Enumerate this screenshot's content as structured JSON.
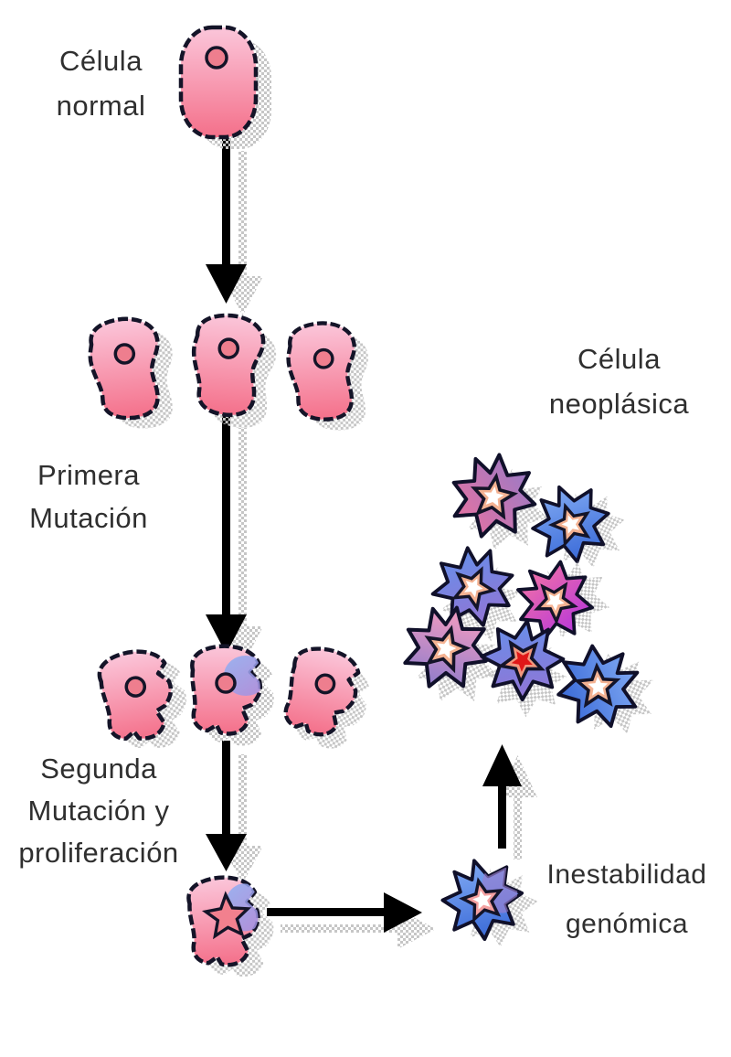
{
  "diagram": {
    "labels": {
      "normal_cell": "Célula\nnormal",
      "first_mutation": "Primera\nMutación",
      "second_mutation": "Segunda\nMutación y\nproliferación",
      "neoplastic_cell": "Célula\nneoplásica",
      "genomic_instability": "Inestabilidad\ngenómica"
    },
    "cell_counts": {
      "normal": 1,
      "after_first_mutation": 3,
      "after_second_mutation": 3,
      "proliferating": 1,
      "genomic_instability": 1,
      "neoplastic_cluster": 7
    },
    "colors": {
      "background": "#ffffff",
      "text": "#2f2f2f",
      "arrow": "#000000",
      "cell_outline": "#141428",
      "shadow": "#c6c6c6",
      "pink_cell_light": "#fbc6da",
      "pink_cell_deep": "#f4708a",
      "pink_nucleus": "#ee7e8e",
      "blue_cell": "#4f8ce8",
      "purple_cell": "#9a7fd0",
      "magenta_cell": "#c02cd8",
      "peach_nucleus": "#f4b292",
      "red_nucleus": "#e01818"
    }
  }
}
